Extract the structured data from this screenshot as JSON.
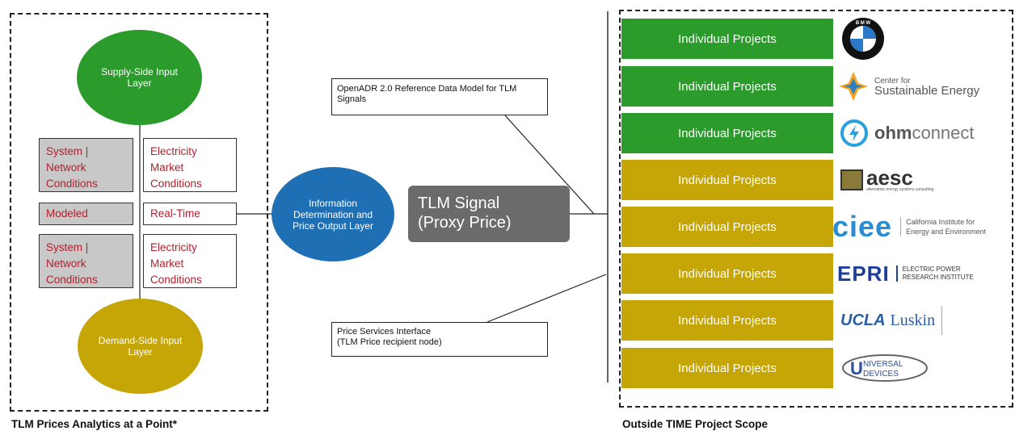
{
  "left": {
    "caption": "TLM Prices Analytics at a Point*",
    "supply_circle": "Supply-Side Input Layer",
    "demand_circle": "Demand-Side Input Layer",
    "system_network_1": "System | Network Conditions",
    "electricity_market_1": "Electricity Market Conditions",
    "modeled": "Modeled",
    "real_time": "Real-Time",
    "system_network_2": "System | Network Conditions",
    "electricity_market_2": "Electricity Market Conditions"
  },
  "center": {
    "info_circle": "Information Determination and Price Output Layer",
    "tlm_signal_line1": "TLM Signal",
    "tlm_signal_line2": "(Proxy Price)",
    "openadr_note": "OpenADR 2.0 Reference Data Model for TLM Signals",
    "price_services_line1": "Price Services Interface",
    "price_services_line2": "(TLM Price recipient node)"
  },
  "right": {
    "caption": "Outside TIME Project Scope",
    "projects": [
      {
        "label": "Individual Projects",
        "color": "#2b9c2b",
        "logo": "BMW"
      },
      {
        "label": "Individual Projects",
        "color": "#2b9c2b",
        "logo": "Center for Sustainable Energy"
      },
      {
        "label": "Individual Projects",
        "color": "#2b9c2b",
        "logo": "ohmconnect"
      },
      {
        "label": "Individual Projects",
        "color": "#c6a506",
        "logo": "aesc"
      },
      {
        "label": "Individual Projects",
        "color": "#c6a506",
        "logo": "ciee California Institute for Energy and Environment"
      },
      {
        "label": "Individual Projects",
        "color": "#c6a506",
        "logo": "EPRI Electric Power Research Institute"
      },
      {
        "label": "Individual Projects",
        "color": "#c6a506",
        "logo": "UCLA Luskin"
      },
      {
        "label": "Individual Projects",
        "color": "#c6a506",
        "logo": "Universal Devices"
      }
    ]
  },
  "colors": {
    "green": "#2b9c2b",
    "gold": "#c6a506",
    "blue": "#1f6fb5",
    "signal_gray": "#6b6b6b",
    "label_red": "#b0202e"
  }
}
